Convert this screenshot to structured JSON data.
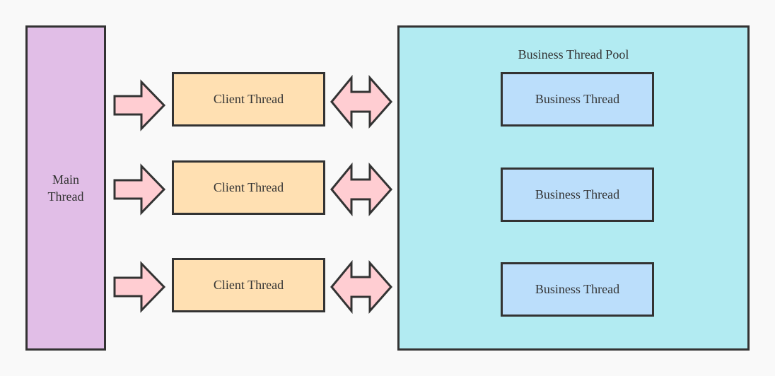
{
  "main_thread": {
    "label": "Main Thread"
  },
  "client_threads": [
    {
      "label": "Client Thread"
    },
    {
      "label": "Client Thread"
    },
    {
      "label": "Client Thread"
    }
  ],
  "business_pool": {
    "title": "Business Thread Pool",
    "threads": [
      {
        "label": "Business Thread"
      },
      {
        "label": "Business Thread"
      },
      {
        "label": "Business Thread"
      }
    ]
  },
  "colors": {
    "main_thread": "#e1bee7",
    "client_thread": "#ffe0b2",
    "pool": "#b2ebf2",
    "business_thread": "#bbdefb",
    "arrow_fill": "#ffcdd2",
    "stroke": "#333333",
    "background": "#f9f9f9"
  }
}
